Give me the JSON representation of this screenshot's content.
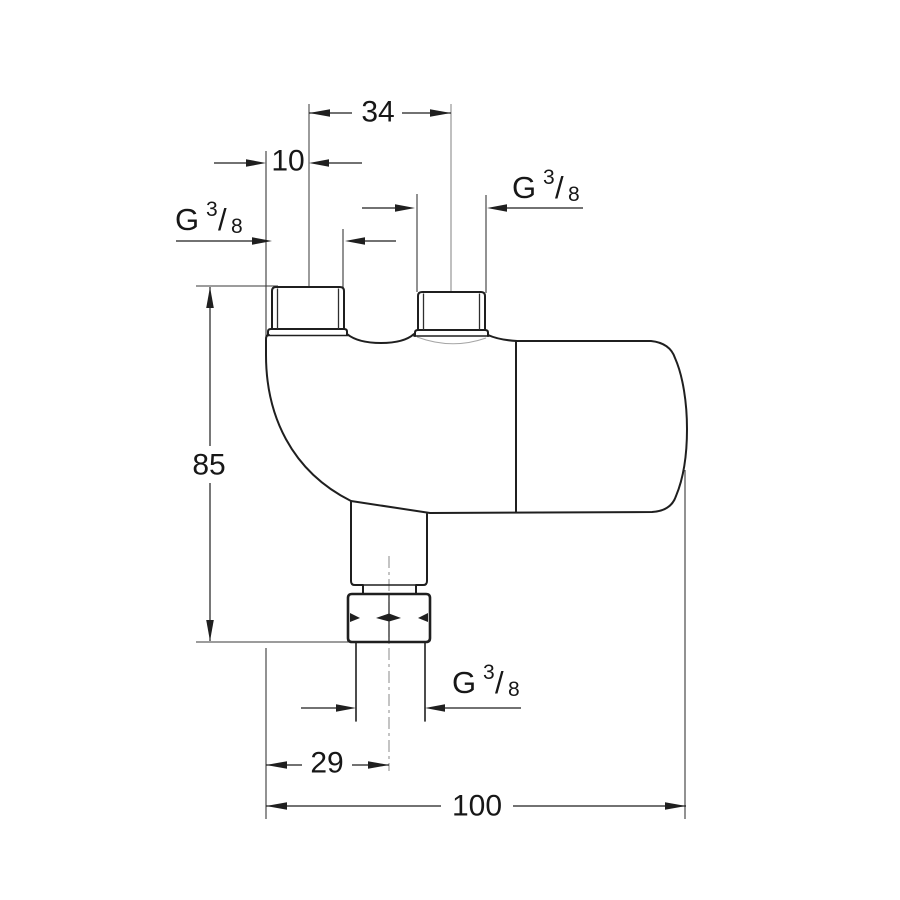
{
  "drawing": {
    "type": "technical-dimension-drawing",
    "subject": "thermostatic-valve-side-view"
  },
  "dimensions": {
    "port_spacing": "34",
    "left_port_offset": "10",
    "overall_height": "85",
    "outlet_offset": "29",
    "overall_width": "100"
  },
  "thread_size": {
    "full": "G 3/8",
    "letter": "G",
    "numerator": "3",
    "slash": "/",
    "denominator": "8"
  },
  "colors": {
    "line": "#1f1f1f",
    "thin_line": "#3a3a3a",
    "centerline": "#949494",
    "background": "#ffffff"
  }
}
